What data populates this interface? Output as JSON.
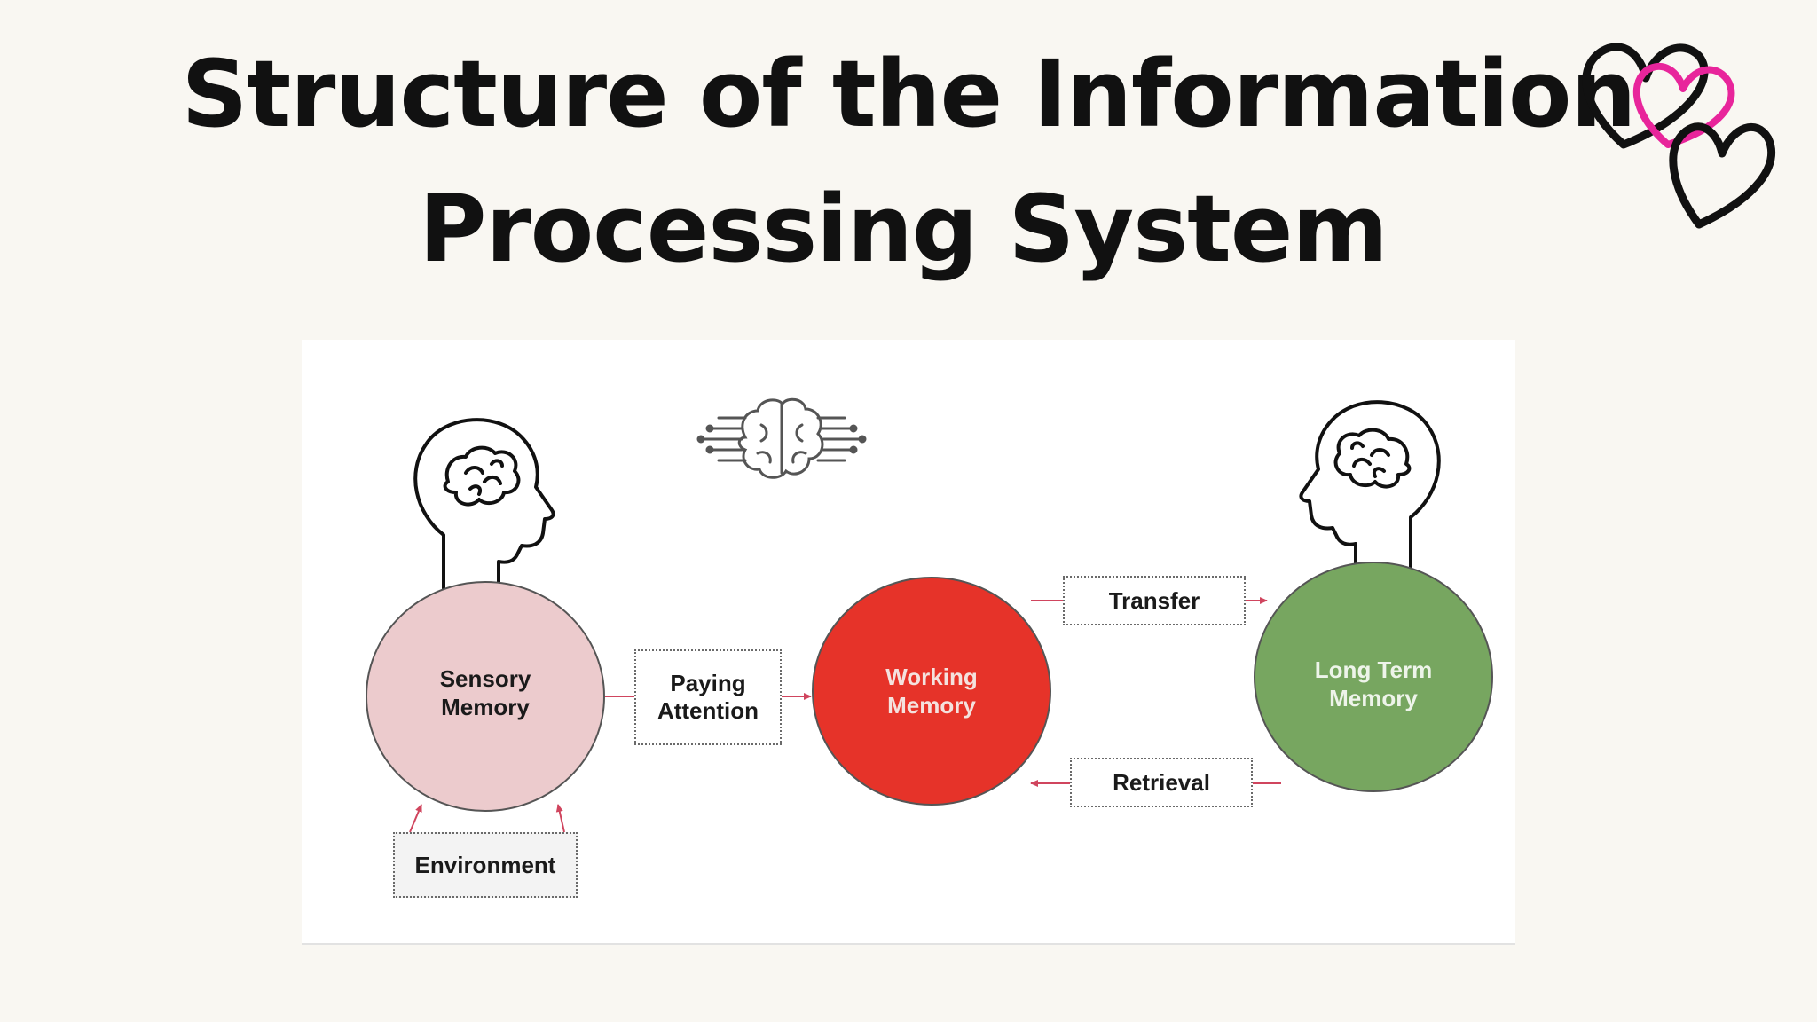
{
  "title": {
    "line1": "Structure of the Information",
    "line2": "Processing System"
  },
  "diagram": {
    "nodes": {
      "sensory": {
        "line1": "Sensory",
        "line2": "Memory",
        "fill": "#eccbcd"
      },
      "working": {
        "line1": "Working",
        "line2": "Memory",
        "fill": "#e63329"
      },
      "longterm": {
        "line1": "Long Term",
        "line2": "Memory",
        "fill": "#77a660"
      }
    },
    "boxes": {
      "paying_attention": {
        "line1": "Paying",
        "line2": "Attention"
      },
      "environment": "Environment",
      "transfer": "Transfer",
      "retrieval": "Retrieval"
    },
    "arrow_color": "#d0455e",
    "decor_colors": {
      "heart_pink": "#e8259b",
      "heart_dark": "#111111"
    }
  }
}
